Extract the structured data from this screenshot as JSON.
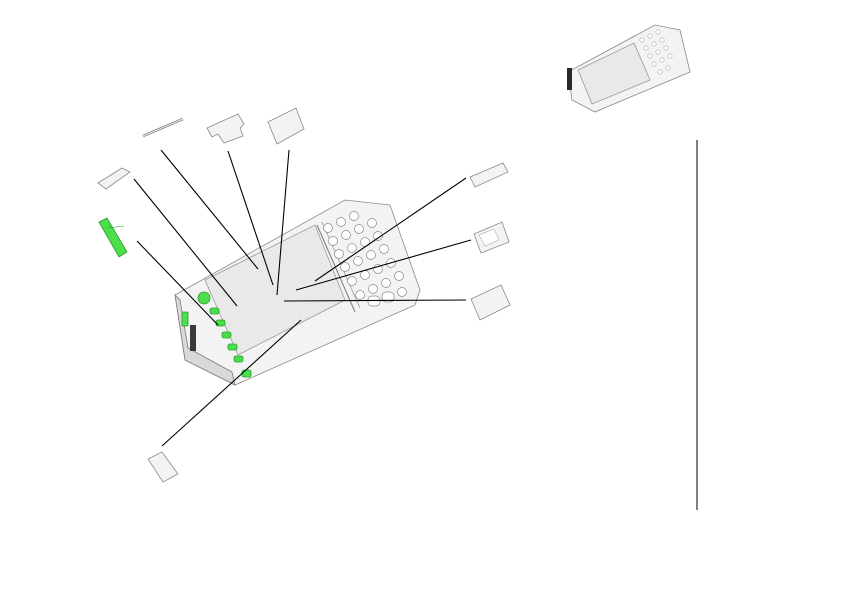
{
  "diagram": {
    "type": "exploded-assembly",
    "parts": [
      "callout-pin",
      "callout-top-bracket",
      "callout-cover-plate",
      "callout-clip",
      "callout-green-connector",
      "callout-flex-cable",
      "callout-keypad-sheet",
      "callout-shield-plate",
      "callout-bottom-tab"
    ]
  },
  "colors": {
    "accent_green": "#4be04b",
    "housing": "#f3f3f3",
    "outline": "#8a8a8a",
    "leader_line": "#000000"
  },
  "icons": {
    "device_thumbnail": "handheld-device-thumbnail",
    "device_main": "handheld-device-housing"
  }
}
